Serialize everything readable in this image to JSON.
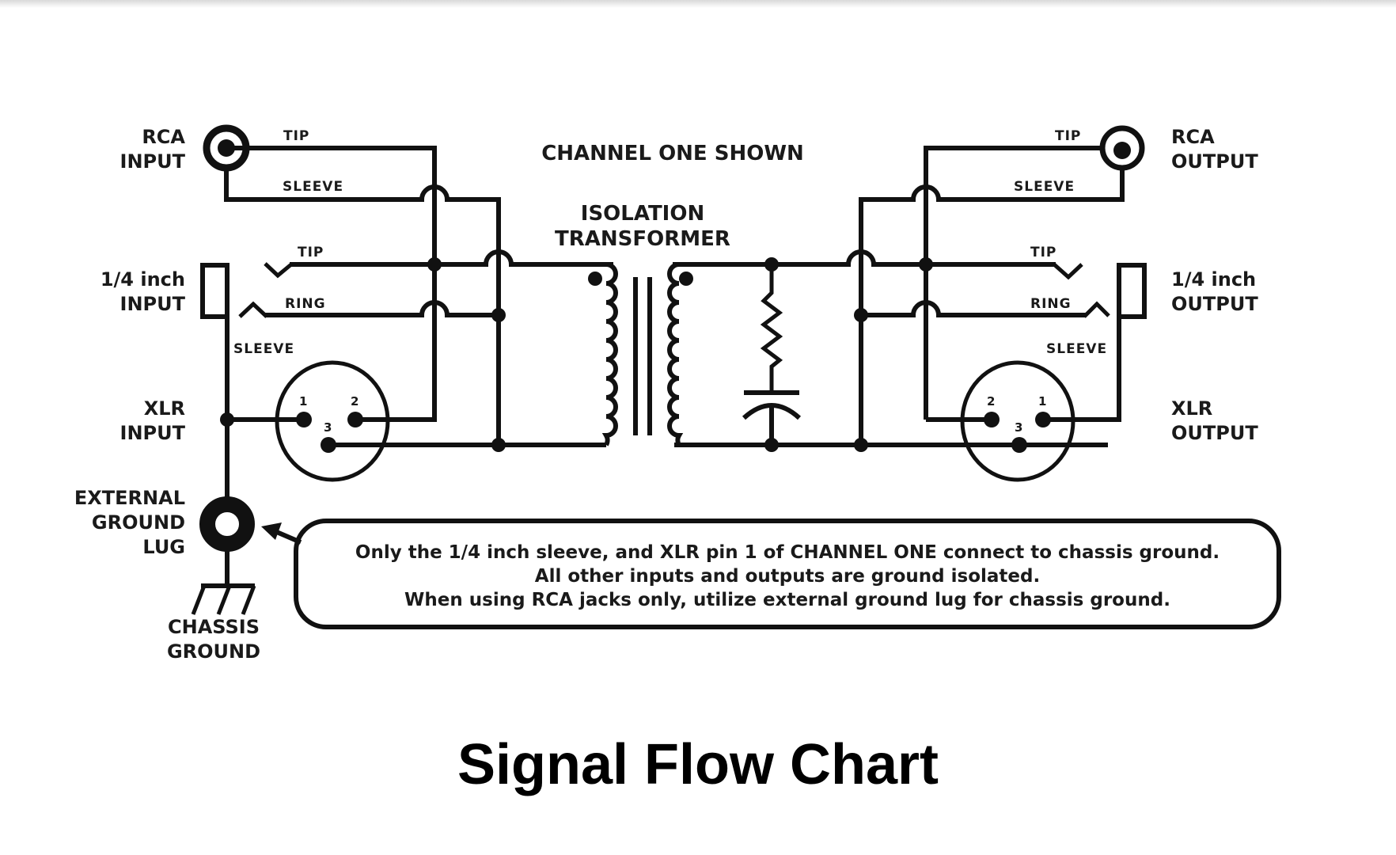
{
  "diagram": {
    "header": "CHANNEL ONE SHOWN",
    "transformer_label": [
      "ISOLATION",
      "TRANSFORMER"
    ],
    "inputs": {
      "rca": {
        "label": [
          "RCA",
          "INPUT"
        ],
        "tip": "TIP",
        "sleeve": "SLEEVE"
      },
      "quarter_inch": {
        "label": [
          "1/4 inch",
          "INPUT"
        ],
        "tip": "TIP",
        "ring": "RING",
        "sleeve": "SLEEVE"
      },
      "xlr": {
        "label": [
          "XLR",
          "INPUT"
        ],
        "pins": [
          "1",
          "2",
          "3"
        ]
      }
    },
    "outputs": {
      "rca": {
        "label": [
          "RCA",
          "OUTPUT"
        ],
        "tip": "TIP",
        "sleeve": "SLEEVE"
      },
      "quarter_inch": {
        "label": [
          "1/4 inch",
          "OUTPUT"
        ],
        "tip": "TIP",
        "ring": "RING",
        "sleeve": "SLEEVE"
      },
      "xlr": {
        "label": [
          "XLR",
          "OUTPUT"
        ],
        "pins": [
          "2",
          "1",
          "3"
        ]
      }
    },
    "ground_lug": {
      "label": [
        "EXTERNAL",
        "GROUND",
        "LUG"
      ]
    },
    "chassis_ground": {
      "label": [
        "CHASSIS",
        "GROUND"
      ]
    },
    "note_lines": [
      "Only the 1/4 inch sleeve, and XLR pin 1 of CHANNEL ONE connect to chassis ground.",
      "All other inputs and outputs are ground isolated.",
      "When using RCA jacks only, utilize external ground lug for chassis ground."
    ],
    "components": [
      "rca-jack",
      "quarter-inch-jack",
      "xlr-connector",
      "isolation-transformer",
      "resistor",
      "capacitor",
      "ground-lug",
      "chassis-ground"
    ]
  },
  "footer": {
    "title": "Signal Flow Chart"
  }
}
